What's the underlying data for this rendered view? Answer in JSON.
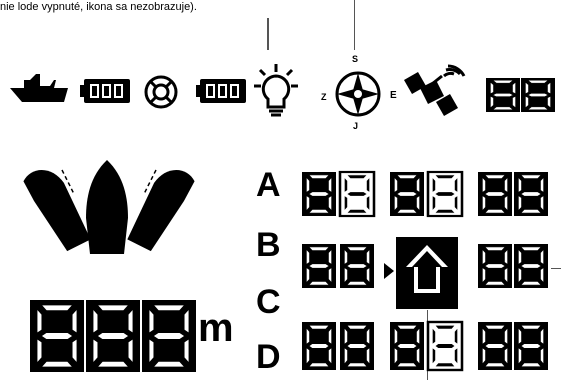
{
  "caption": "nie lode vypnuté, ikona sa nezobrazuje).",
  "compass": {
    "n": "S",
    "s": "J",
    "w": "Z",
    "e": "E"
  },
  "rows": {
    "a": "A",
    "b": "B",
    "c": "C",
    "d": "D"
  },
  "unit": "m",
  "icons": [
    "ship-icon",
    "battery-icon",
    "lifebuoy-icon",
    "battery-icon",
    "bulb-icon",
    "compass-icon",
    "satellite-icon",
    "home-icon"
  ],
  "colors": {
    "segment_fill": "#000000",
    "segment_dim": "#ffffff",
    "line": "#555555"
  }
}
